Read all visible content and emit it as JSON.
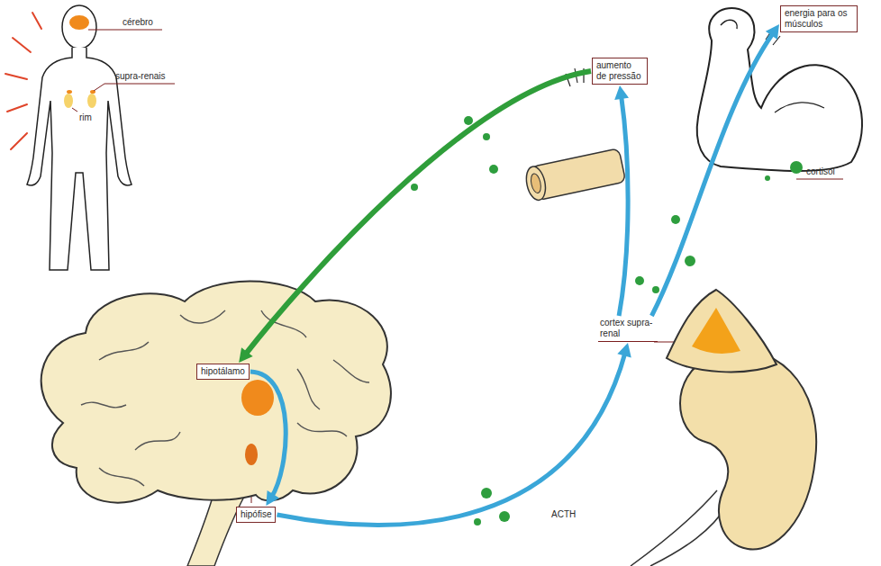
{
  "diagram": {
    "nodes": [
      {
        "text": [
          "hipotálamo"
        ]
      },
      {
        "text": [
          "hipófise"
        ]
      },
      {
        "text": [
          "cortex supra-renal"
        ]
      },
      {
        "text": [
          "aumento de pressão"
        ]
      },
      {
        "text": [
          "energia para os músculos"
        ]
      }
    ],
    "edges": [
      {
        "from": 0,
        "to": 1,
        "arrow": "to"
      },
      {
        "from": 1,
        "to": 2,
        "label": "ACTH",
        "arrow": "to"
      },
      {
        "from": 2,
        "to": 3,
        "arrow": "to"
      },
      {
        "from": 2,
        "to": 4,
        "arrow": "to"
      },
      {
        "from": 3,
        "to": 0,
        "arrow": "to"
      }
    ],
    "labels": [
      "cérebro",
      "supra-renais",
      "rim",
      "cortisol"
    ]
  }
}
